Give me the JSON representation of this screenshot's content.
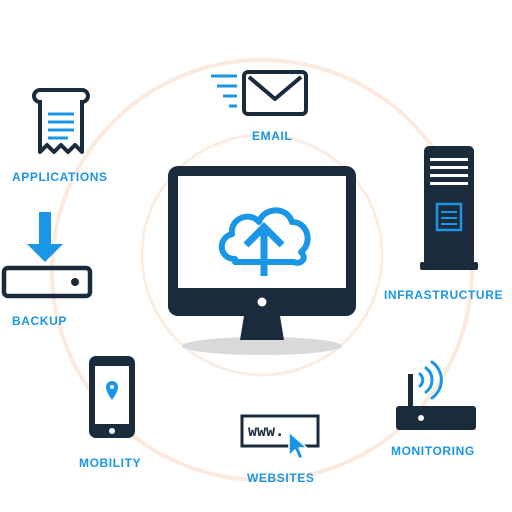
{
  "colors": {
    "navy": "#1a2b3c",
    "blue": "#1a96e6",
    "ring": "#fbe3d3",
    "shadow": "#d9d9d9"
  },
  "center": {
    "icon": "monitor-cloud-upload-icon"
  },
  "items": {
    "email": {
      "label": "EMAIL",
      "icon": "envelope-icon"
    },
    "applications": {
      "label": "APPLICATIONS",
      "icon": "document-scroll-icon"
    },
    "infrastructure": {
      "label": "INFRASTRUCTURE",
      "icon": "server-tower-icon"
    },
    "backup": {
      "label": "BACKUP",
      "icon": "download-drive-icon"
    },
    "mobility": {
      "label": "MOBILITY",
      "icon": "smartphone-location-icon"
    },
    "websites": {
      "label": "WEBSITES",
      "icon": "browser-cursor-icon",
      "address_text": "www."
    },
    "monitoring": {
      "label": "MONITORING",
      "icon": "wifi-router-icon"
    }
  }
}
